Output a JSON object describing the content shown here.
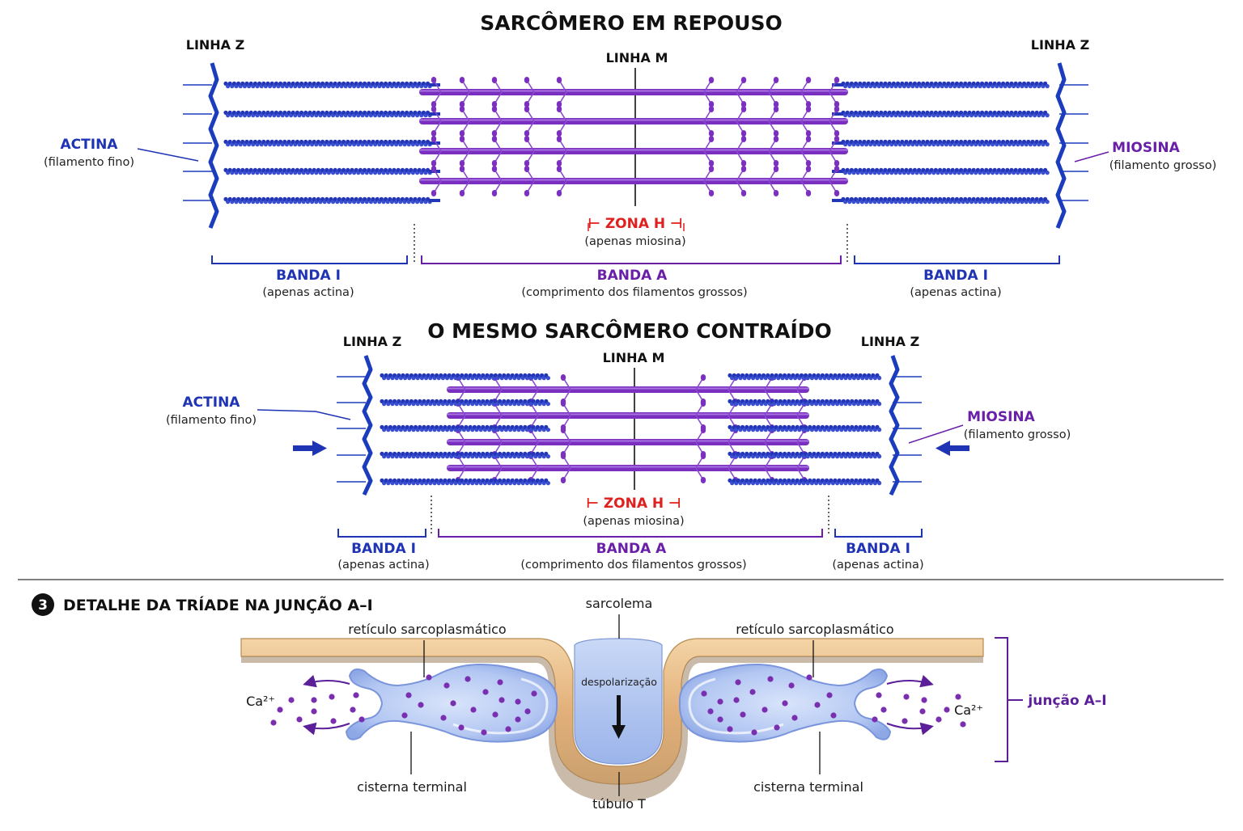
{
  "colors": {
    "actin": "#2336b8",
    "myosin": "#7a2fc0",
    "zline": "#1b3dbd",
    "hzone": "#e0201e",
    "membrane": "#e3b47c",
    "cistern": "#a9c0f0",
    "calcium": "#7a2fb0"
  },
  "resting": {
    "title": "SARCÔMERO EM REPOUSO",
    "zline_left": "LINHA Z",
    "zline_right": "LINHA Z",
    "mline": "LINHA M",
    "actin_label": "ACTINA",
    "actin_sub": "(filamento fino)",
    "myosin_label": "MIOSINA",
    "myosin_sub": "(filamento grosso)",
    "hzone_label": "⊢ ZONA H ⊣",
    "hzone_sub": "(apenas miosina)",
    "band_i_left": "BANDA I",
    "band_i_left_sub": "(apenas actina)",
    "band_a": "BANDA A",
    "band_a_sub": "(comprimento dos filamentos grossos)",
    "band_i_right": "BANDA I",
    "band_i_right_sub": "(apenas actina)"
  },
  "contracted": {
    "title": "O MESMO SARCÔMERO CONTRAÍDO",
    "zline_left": "LINHA Z",
    "zline_right": "LINHA Z",
    "mline": "LINHA M",
    "actin_label": "ACTINA",
    "actin_sub": "(filamento fino)",
    "myosin_label": "MIOSINA",
    "myosin_sub": "(filamento grosso)",
    "hzone_label": "⊢ ZONA H ⊣",
    "hzone_sub": "(apenas miosina)",
    "band_i_left": "BANDA I",
    "band_i_left_sub": "(apenas actina)",
    "band_a": "BANDA A",
    "band_a_sub": "(comprimento dos filamentos grossos)",
    "band_i_right": "BANDA I",
    "band_i_right_sub": "(apenas actina)"
  },
  "triad": {
    "number": "3",
    "title": "DETALHE DA TRÍADE NA JUNÇÃO A–I",
    "sarcolemma": "sarcolema",
    "reticulum_left": "retículo sarcoplasmático",
    "reticulum_right": "retículo sarcoplasmático",
    "depolarization": "despolarização",
    "calcium_left": "Ca²⁺",
    "calcium_right": "Ca²⁺",
    "cistern_left": "cisterna terminal",
    "cistern_right": "cisterna terminal",
    "t_tubule": "túbulo T",
    "junction": "junção A–I"
  }
}
